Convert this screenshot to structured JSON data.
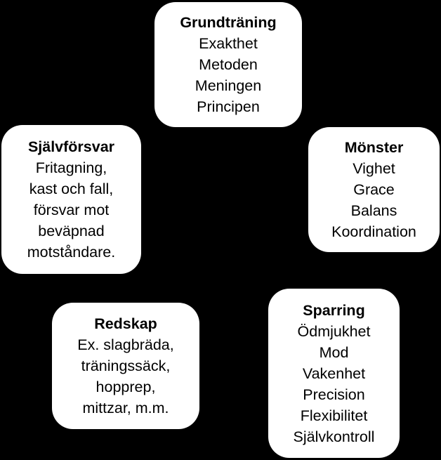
{
  "colors": {
    "background": "#000000",
    "box": "#ffffff",
    "text": "#000000"
  },
  "boxes": {
    "grundtraning": {
      "title": "Grundträning",
      "lines": [
        "Exakthet",
        "Metoden",
        "Meningen",
        "Principen"
      ]
    },
    "monster": {
      "title": "Mönster",
      "lines": [
        "Vighet",
        "Grace",
        "Balans",
        "Koordination"
      ]
    },
    "sparring": {
      "title": "Sparring",
      "lines": [
        "Ödmjukhet",
        "Mod",
        "Vakenhet",
        "Precision",
        "Flexibilitet",
        "Självkontroll"
      ]
    },
    "redskap": {
      "title": "Redskap",
      "lines": [
        "Ex. slagbräda,",
        "träningssäck,",
        "hopprep,",
        "mittzar, m.m."
      ]
    },
    "sjalvforsvar": {
      "title": "Självförsvar",
      "lines": [
        "Fritagning,",
        "kast och fall,",
        "försvar mot",
        "beväpnad",
        "motståndare."
      ]
    }
  }
}
